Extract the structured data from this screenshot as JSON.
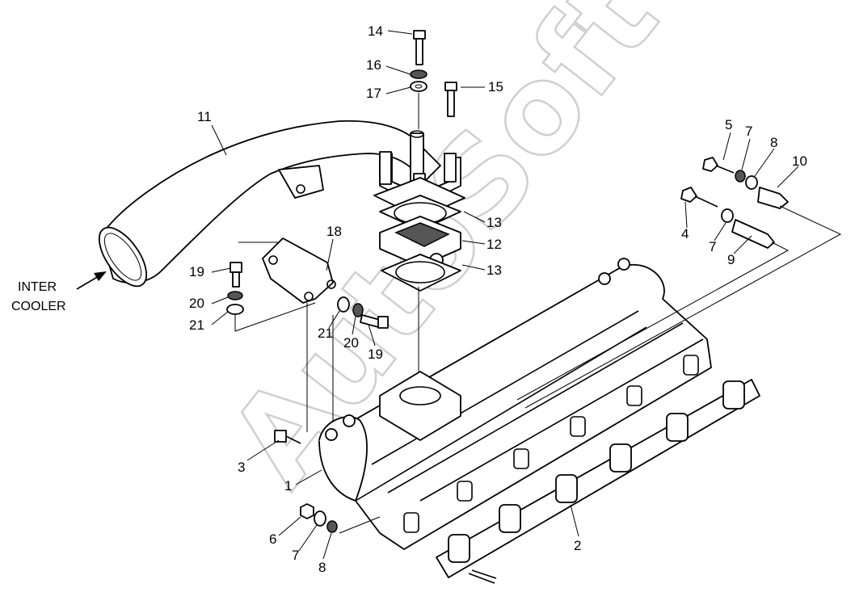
{
  "watermark": "AutoSoft",
  "side_label": {
    "line1": "INTER",
    "line2": "COOLER"
  },
  "callouts": {
    "c1": "1",
    "c2": "2",
    "c3": "3",
    "c4": "4",
    "c5": "5",
    "c6": "6",
    "c7a": "7",
    "c7b": "7",
    "c7c": "7",
    "c8a": "8",
    "c8b": "8",
    "c9": "9",
    "c10": "10",
    "c11": "11",
    "c12": "12",
    "c13a": "13",
    "c13b": "13",
    "c14": "14",
    "c15": "15",
    "c16": "16",
    "c17": "17",
    "c18": "18",
    "c19a": "19",
    "c19b": "19",
    "c20a": "20",
    "c20b": "20",
    "c21a": "21",
    "c21b": "21"
  }
}
